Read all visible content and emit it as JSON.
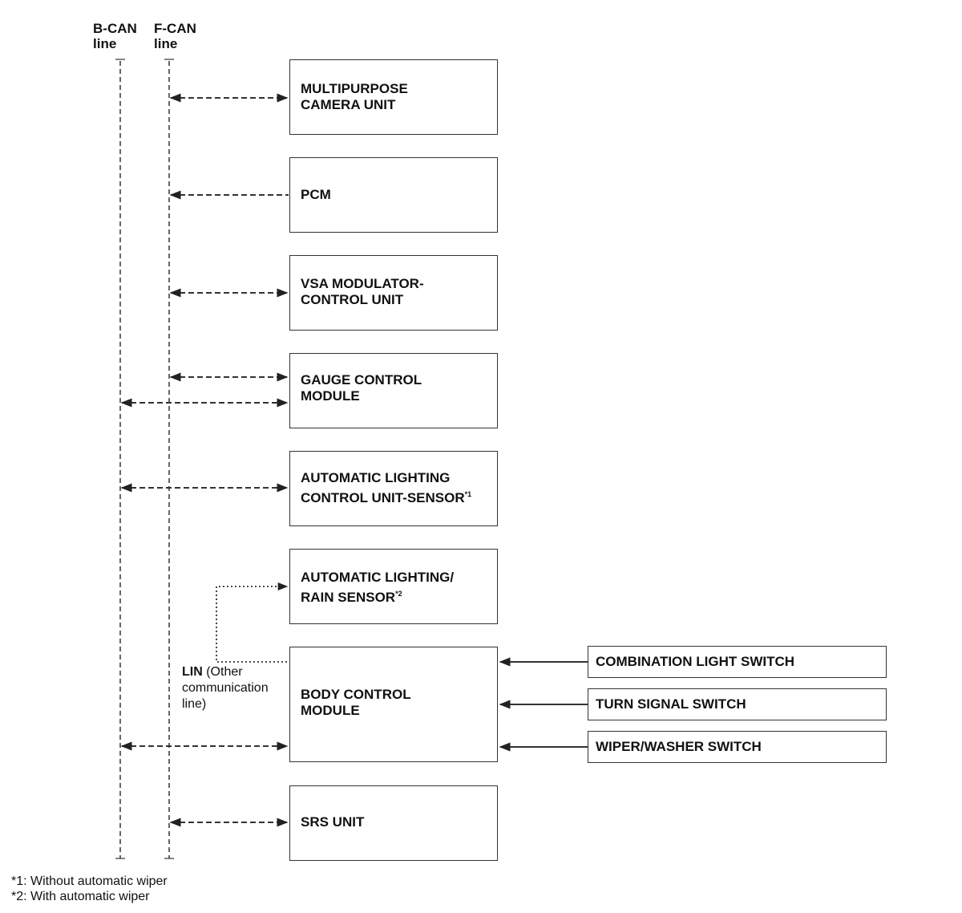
{
  "buses": {
    "bcan": {
      "line1": "B-CAN",
      "line2": "line"
    },
    "fcan": {
      "line1": "F-CAN",
      "line2": "line"
    }
  },
  "modules": {
    "camera": {
      "line1": "MULTIPURPOSE",
      "line2": "CAMERA UNIT"
    },
    "pcm": {
      "line1": "PCM"
    },
    "vsa": {
      "line1": "VSA MODULATOR-",
      "line2": "CONTROL UNIT"
    },
    "gauge": {
      "line1": "GAUGE CONTROL",
      "line2": "MODULE"
    },
    "auto_lighting": {
      "line1": "AUTOMATIC LIGHTING",
      "line2": "CONTROL UNIT-SENSOR",
      "note": "*1"
    },
    "rain_sensor": {
      "line1": "AUTOMATIC LIGHTING/",
      "line2": "RAIN SENSOR",
      "note": "*2"
    },
    "bcm": {
      "line1": "BODY CONTROL",
      "line2": "MODULE"
    },
    "srs": {
      "line1": "SRS UNIT"
    }
  },
  "switches": {
    "combination": "COMBINATION LIGHT SWITCH",
    "turn_signal": "TURN SIGNAL SWITCH",
    "wiper": "WIPER/WASHER SWITCH"
  },
  "lin": {
    "bold": "LIN",
    "rest1": " (Other",
    "line2": "communication",
    "line3": "line)"
  },
  "footnotes": {
    "f1": "*1: Without automatic wiper",
    "f2": "*2: With automatic wiper"
  }
}
